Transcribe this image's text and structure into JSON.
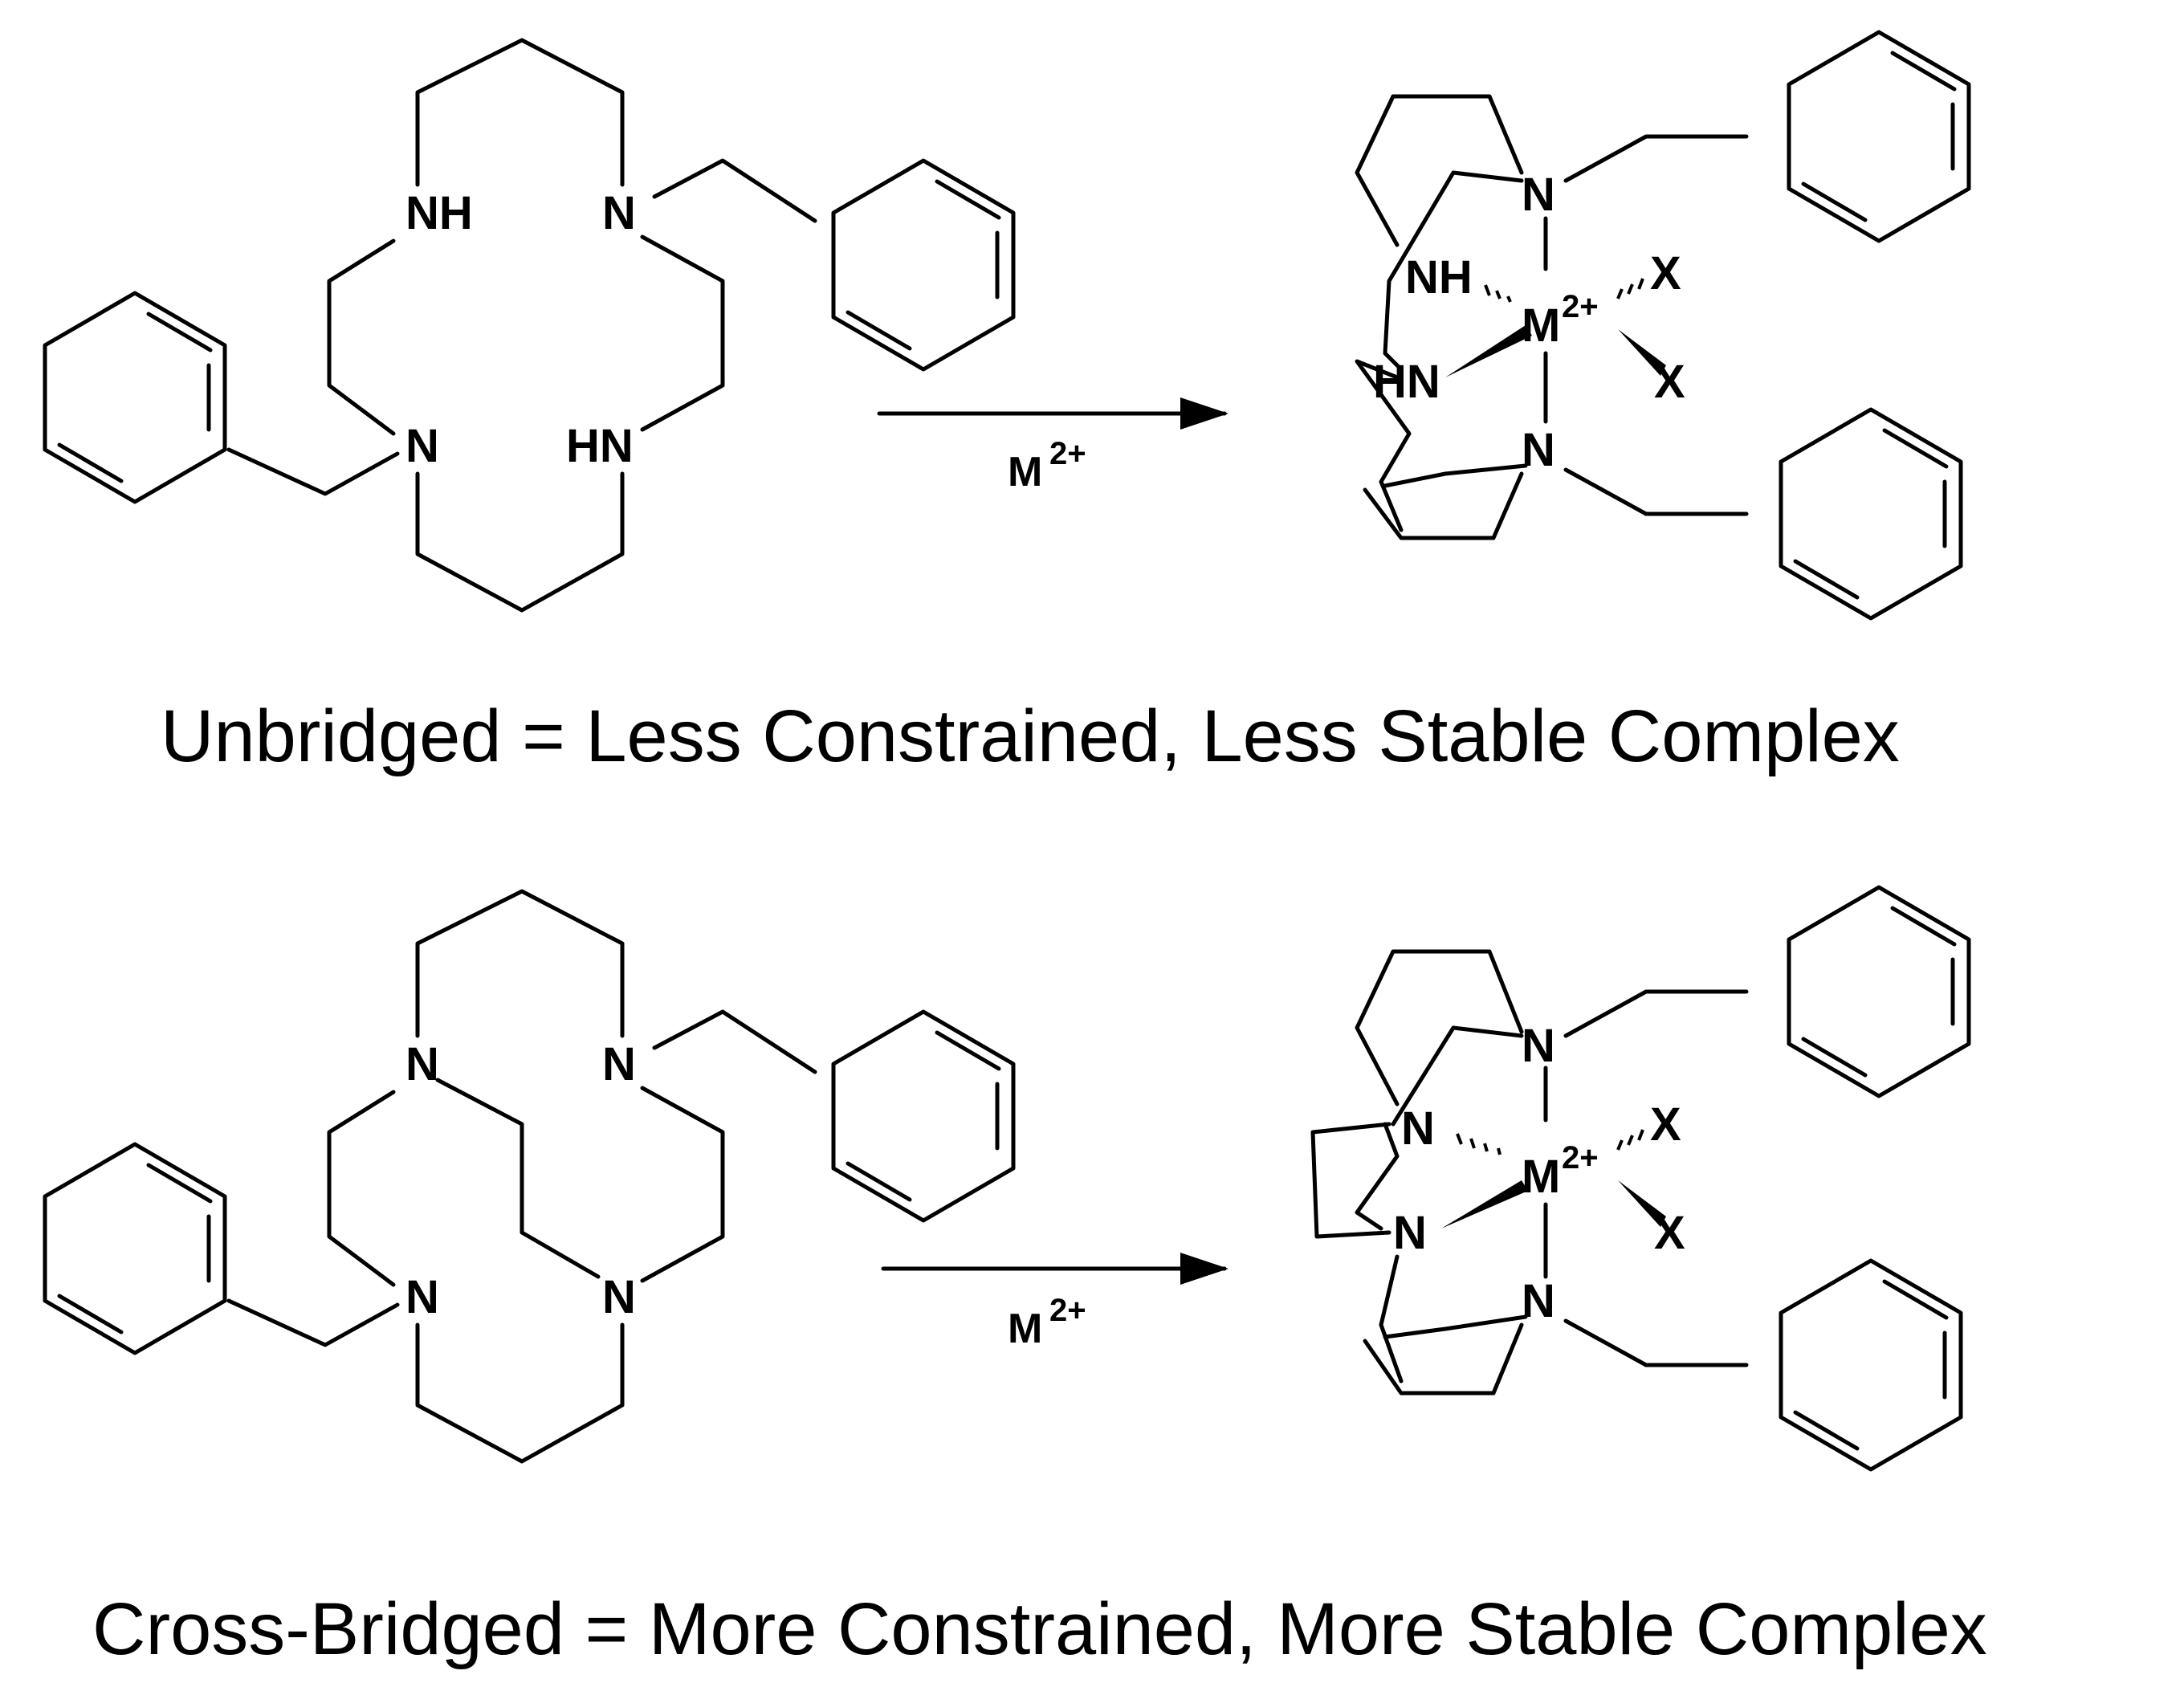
{
  "reagent": {
    "main": "M",
    "charge": "2+"
  },
  "atoms": {
    "NH": "NH",
    "HN": "HN",
    "N": "N",
    "M": "M",
    "X": "X"
  },
  "captions": {
    "unbridged": "Unbridged = Less Constrained, Less Stable Complex",
    "cross_bridged": "Cross-Bridged = More Constrained, More Stable Complex"
  },
  "colors": {
    "ink": "#000000",
    "background": "#ffffff"
  }
}
